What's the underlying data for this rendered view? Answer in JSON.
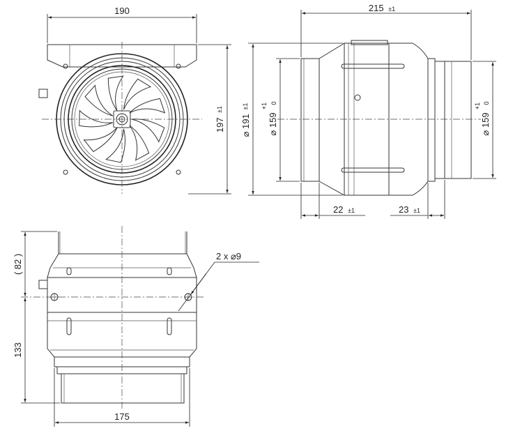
{
  "front_view": {
    "width_label": "190",
    "height_label": "197",
    "height_tol": "±1"
  },
  "side_view": {
    "length_label": "215",
    "length_tol": "±1",
    "housing_dia_prefix": "⌀",
    "housing_dia": "191",
    "housing_dia_tol": "±1",
    "inlet_dia_prefix": "⌀",
    "inlet_dia": "159",
    "inlet_tol_upper": "+1",
    "inlet_tol_lower": "0",
    "outlet_dia_prefix": "⌀",
    "outlet_dia": "159",
    "outlet_tol_upper": "+1",
    "outlet_tol_lower": "0",
    "spigot_left_label": "22",
    "spigot_left_tol": "±1",
    "spigot_right_label": "23",
    "spigot_right_tol": "±1"
  },
  "bottom_view": {
    "bracket_offset_label": "( 82 )",
    "height_label": "133",
    "width_label": "175",
    "holes_label": "2 x ⌀9"
  }
}
